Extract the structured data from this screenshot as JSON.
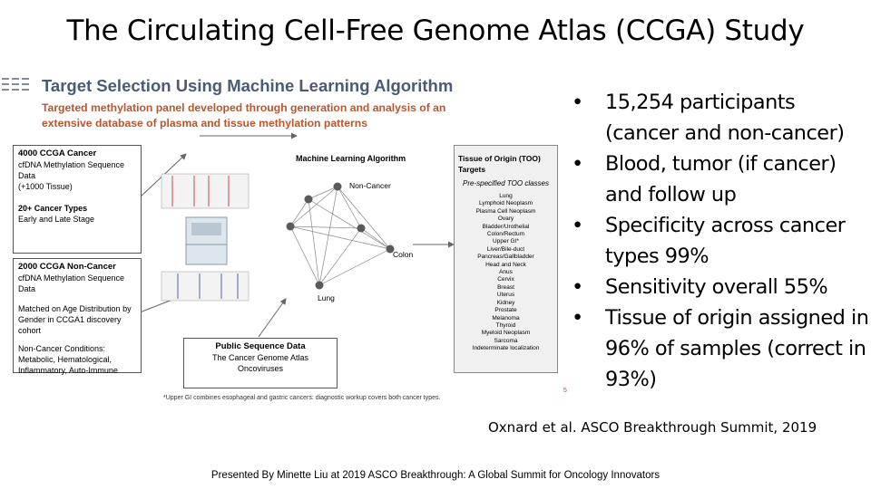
{
  "slide": {
    "title": "The Circulating Cell-Free Genome Atlas (CCGA) Study",
    "bullets": [
      "15,254 participants (cancer and non-cancer)",
      "Blood, tumor (if cancer) and follow up",
      "Specificity across cancer types 99%",
      "Sensitivity overall 55%",
      "Tissue of origin assigned in 96% of samples (correct in 93%)"
    ],
    "bullet_glyph": "•",
    "citation": "Oxnard et al. ASCO Breakthrough Summit, 2019",
    "presented_by": "Presented By Minette Liu at 2019 ASCO Breakthrough: A Global Summit for Oncology Innovators"
  },
  "figure": {
    "header": "Target Selection Using Machine Learning Algorithm",
    "subheader": "Targeted methylation panel developed through generation and analysis of an extensive database of plasma and tissue methylation patterns",
    "cancer_box": {
      "head": "4000 CCGA Cancer",
      "line1": "cfDNA Methylation Sequence Data",
      "line2": "(+1000 Tissue)",
      "line3": "20+ Cancer Types",
      "line4": "Early and Late Stage"
    },
    "noncancer_box": {
      "head": "2000 CCGA Non-Cancer",
      "line1": "cfDNA Methylation Sequence Data",
      "line2": "Matched on Age Distribution by Gender in CCGA1 discovery cohort",
      "line3": "Non-Cancer Conditions: Metabolic, Hematological, Inflammatory, Auto-Immune"
    },
    "ml_box": {
      "head": "Machine Learning Algorithm",
      "node_noncancer": "Non-Cancer",
      "node_colon": "Colon",
      "node_lung": "Lung"
    },
    "too_box": {
      "head": "Tissue of Origin (TOO) Targets",
      "pre": "Pre-specified TOO classes",
      "targets": [
        "Lung",
        "Lymphoid Neoplasm",
        "Plasma Cell Neoplasm",
        "Ovary",
        "Bladder/Urothelial",
        "Colon/Rectum",
        "Upper GI*",
        "Liver/Bile-duct",
        "Pancreas/Gallbladder",
        "Head and Neck",
        "Anus",
        "Cervix",
        "Breast",
        "Uterus",
        "Kidney",
        "Prostate",
        "Melanoma",
        "Thyroid",
        "Myeloid Neoplasm",
        "Sarcoma",
        "Indeterminate localization"
      ]
    },
    "public_box": {
      "head": "Public Sequence Data",
      "line1": "The Cancer Genome Atlas",
      "line2": "Oncoviruses"
    },
    "footnote": "*Upper GI combines esophageal and gastric cancers: diagnostic workup covers both cancer types.",
    "page_number": "5"
  },
  "colors": {
    "header": "#4a5a78",
    "subheader": "#b8562e",
    "node": "#5a5a5a",
    "arrow": "#666666"
  }
}
